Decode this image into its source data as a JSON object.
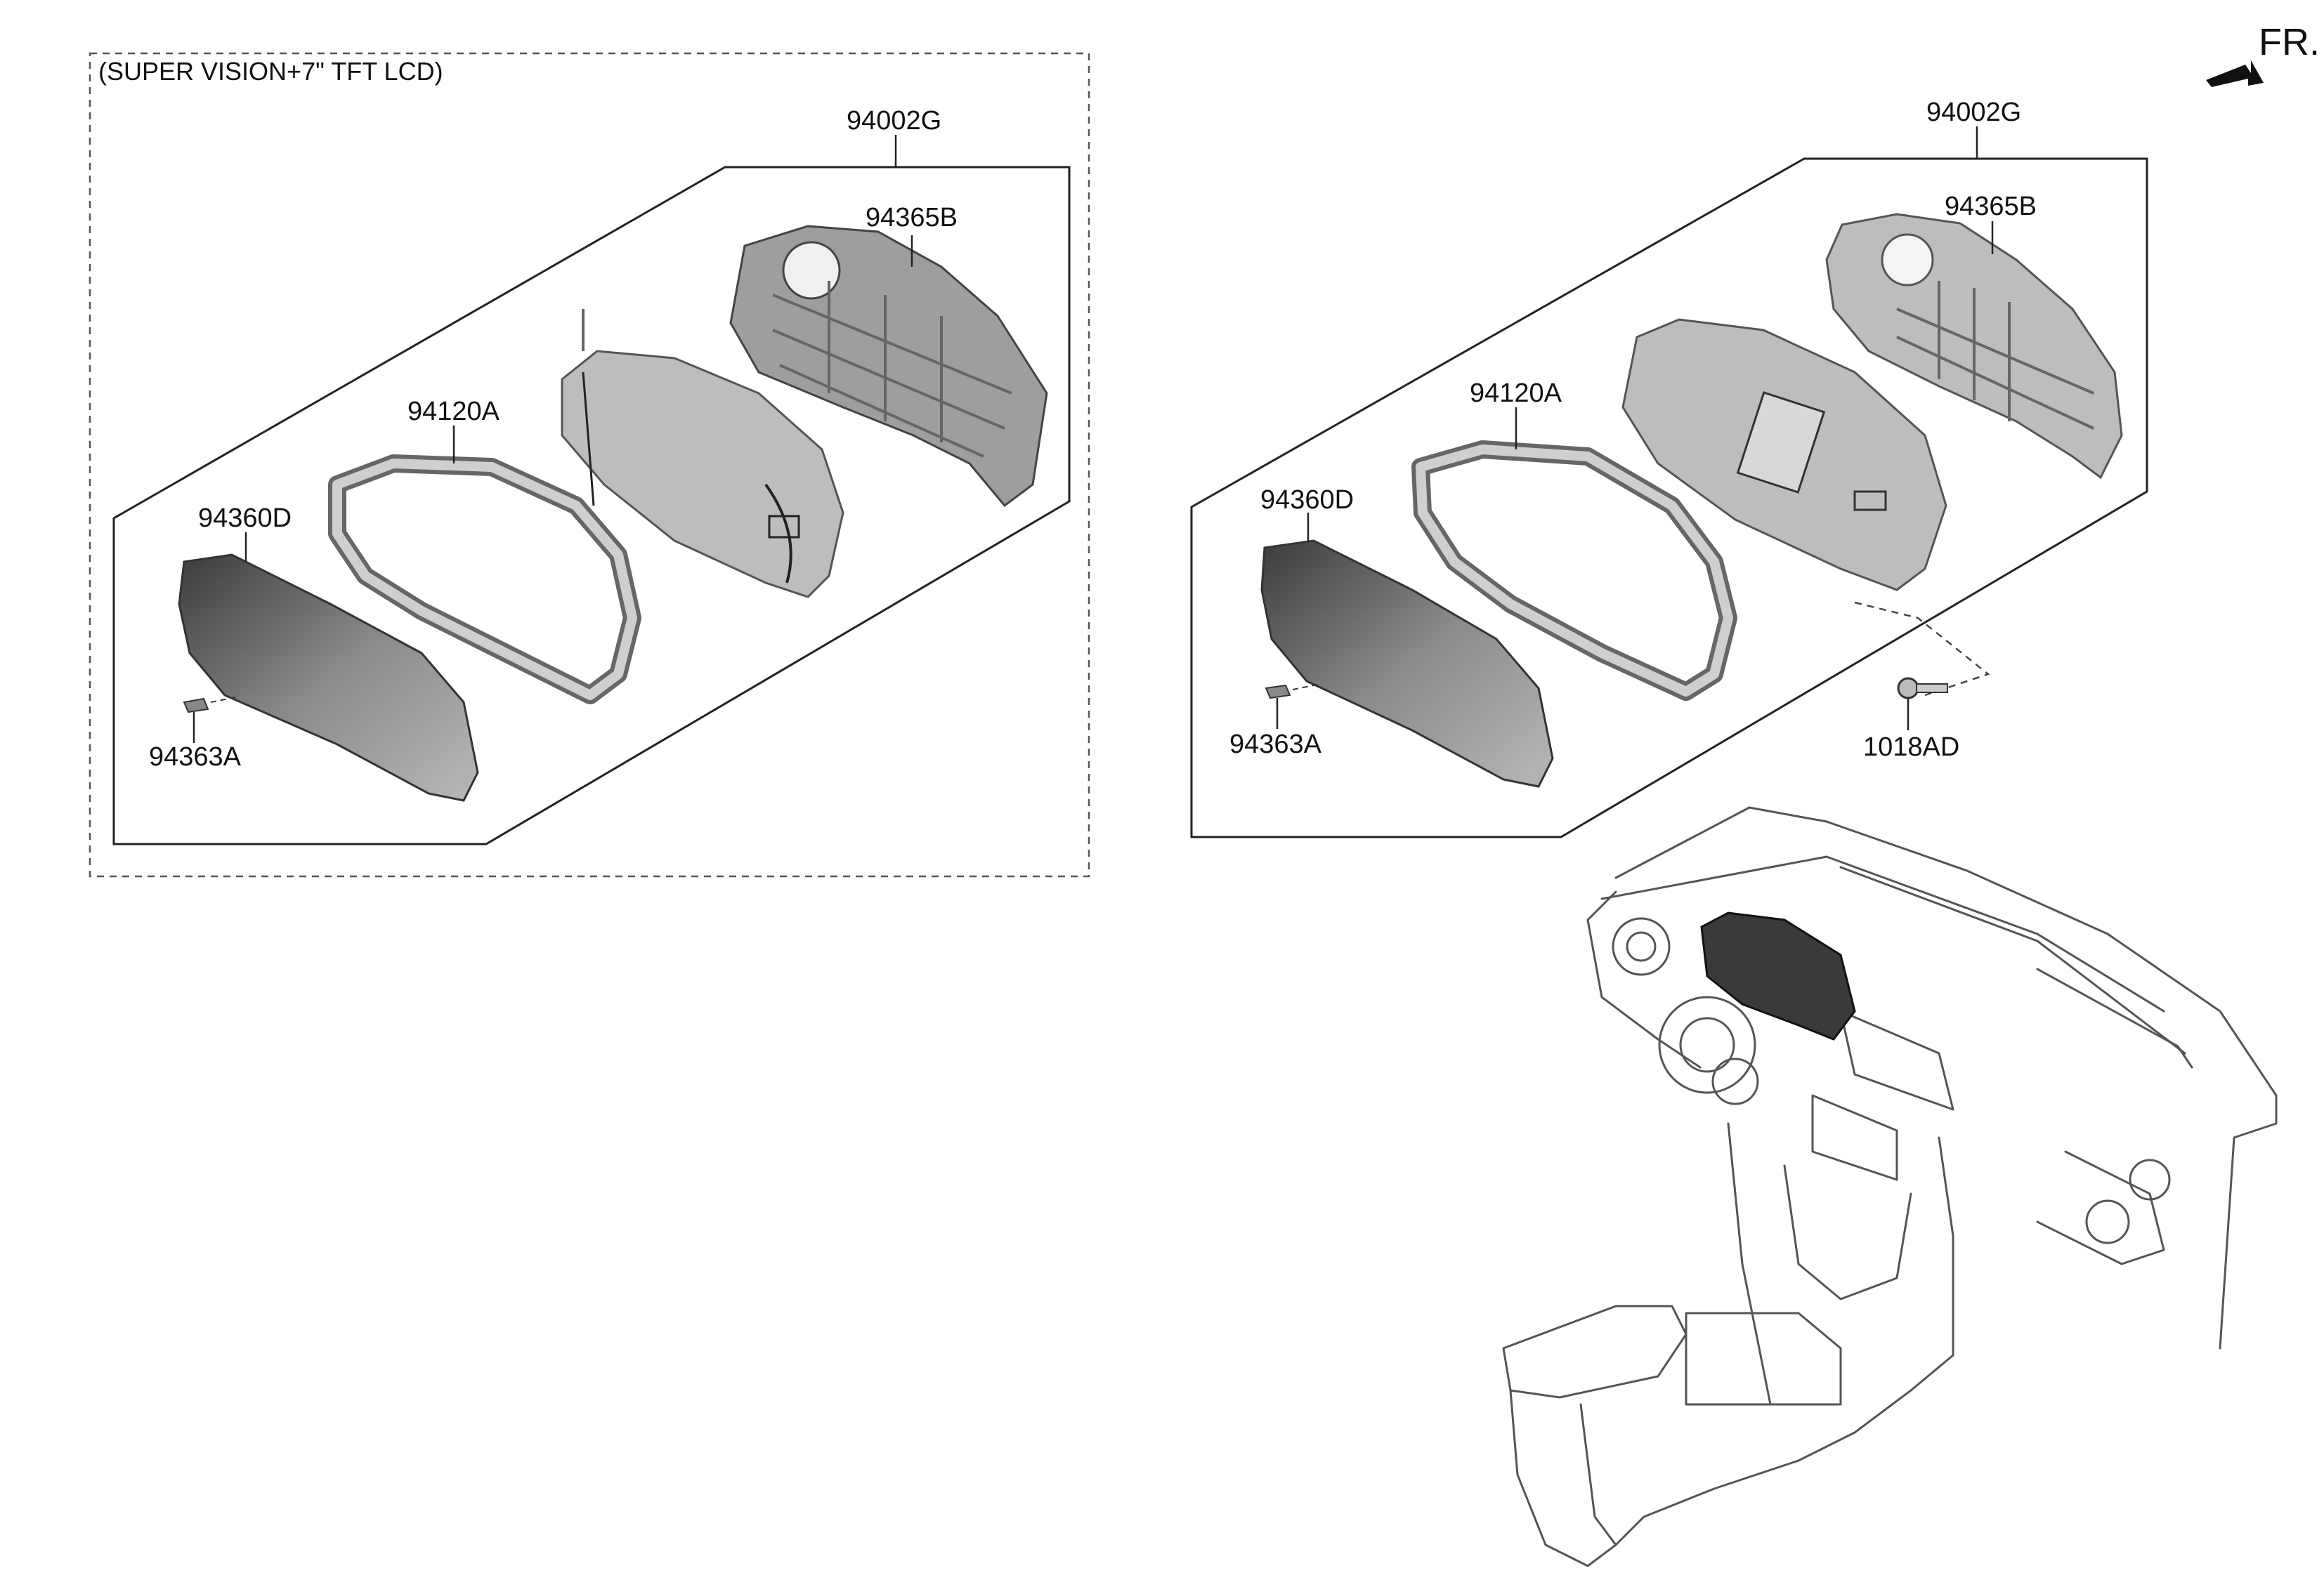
{
  "caption_left": "(SUPER VISION+7\" TFT LCD)",
  "direction_label": "FR.",
  "left_assembly": {
    "assembly": "94002G",
    "rear_case": "94365B",
    "window_frame": "94120A",
    "glass": "94360D",
    "clip": "94363A"
  },
  "right_assembly": {
    "assembly": "94002G",
    "rear_case": "94365B",
    "window_frame": "94120A",
    "glass": "94360D",
    "clip": "94363A",
    "screw": "1018AD"
  },
  "colors": {
    "line": "#222222",
    "part_dark": "#4a4a4a",
    "part_light": "#c4c4c4",
    "highlight": "#222222"
  }
}
